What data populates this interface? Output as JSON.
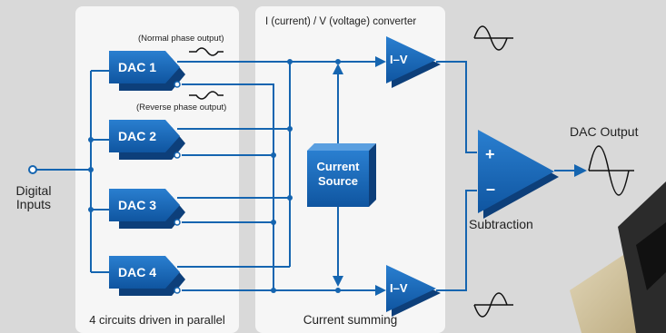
{
  "panels": {
    "left_caption": "4 circuits driven in parallel",
    "middle_caption": "Current summing"
  },
  "inputs": {
    "line1": "Digital",
    "line2": "Inputs"
  },
  "dacs": [
    {
      "label": "DAC 1"
    },
    {
      "label": "DAC 2"
    },
    {
      "label": "DAC 3"
    },
    {
      "label": "DAC 4"
    }
  ],
  "annotations": {
    "normal_phase": "(Normal phase output)",
    "reverse_phase": "(Reverse phase output)",
    "converter_title": "I (current) / V (voltage) converter"
  },
  "current_source": {
    "line1": "Current",
    "line2": "Source"
  },
  "converters": [
    {
      "label": "I–V"
    },
    {
      "label": "I–V"
    }
  ],
  "subtractor": {
    "plus": "+",
    "minus": "–",
    "label": "Subtraction"
  },
  "output": {
    "label": "DAC Output"
  },
  "colors": {
    "block": "#1565b0",
    "block_dark": "#0d3f7a",
    "line": "#1565b0",
    "panel": "#f6f6f6",
    "background": "#d9d9d9"
  }
}
